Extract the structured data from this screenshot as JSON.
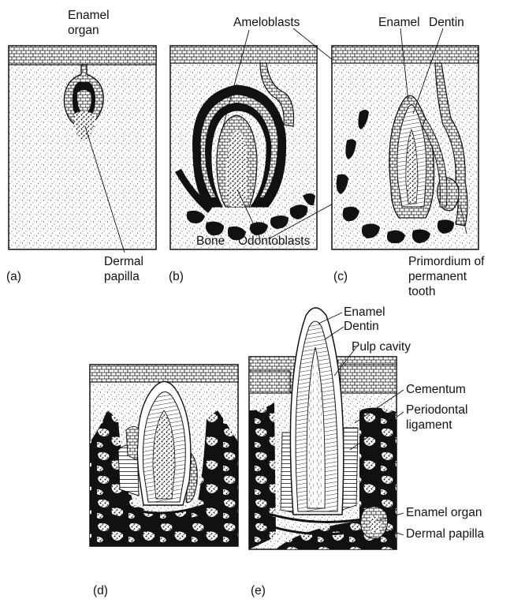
{
  "figure": {
    "panels": [
      {
        "id": "a",
        "letter": "(a)"
      },
      {
        "id": "b",
        "letter": "(b)"
      },
      {
        "id": "c",
        "letter": "(c)"
      },
      {
        "id": "d",
        "letter": "(d)"
      },
      {
        "id": "e",
        "letter": "(e)"
      }
    ],
    "labels": {
      "a_enamel_organ": "Enamel\norgan",
      "a_dermal_papilla": "Dermal\npapilla",
      "b_ameloblasts": "Ameloblasts",
      "b_bone": "Bone",
      "b_odontoblasts": "Odontoblasts",
      "c_enamel": "Enamel",
      "c_dentin": "Dentin",
      "c_primordium": "Primordium of\npermanent\ntooth",
      "e_enamel": "Enamel",
      "e_dentin": "Dentin",
      "e_pulp_cavity": "Pulp cavity",
      "e_cementum": "Cementum",
      "e_periodontal": "Periodontal\nligament",
      "e_enamel_organ": "Enamel organ",
      "e_dermal_papilla": "Dermal papilla"
    },
    "colors": {
      "ink": "#111111",
      "tissue": "#ffffff",
      "bone": "#111111"
    }
  }
}
